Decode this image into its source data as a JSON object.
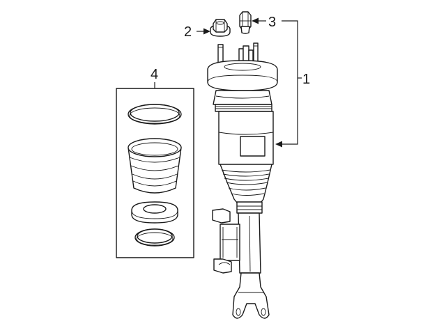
{
  "callouts": {
    "c1": "1",
    "c2": "2",
    "c3": "3",
    "c4": "4"
  },
  "colors": {
    "line": "#1a1a1a",
    "background": "#ffffff"
  }
}
